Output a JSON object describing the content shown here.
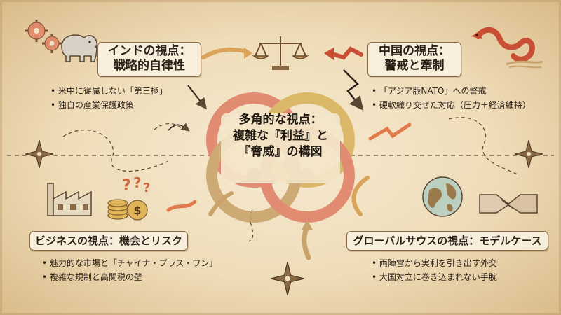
{
  "center": {
    "line1": "多角的な視点：",
    "line2": "複雑な『利益』と",
    "line3": "『脅威』の構図"
  },
  "india": {
    "title_line1": "インドの視点：",
    "title_line2": "戦略的自律性",
    "bullets": [
      "米中に従属しない「第三極」",
      "独自の産業保護政策"
    ]
  },
  "china": {
    "title_line1": "中国の視点：",
    "title_line2": "警戒と牽制",
    "bullets": [
      "「アジア版NATO」への警戒",
      "硬軟織り交ぜた対応（圧力＋経済維持）"
    ]
  },
  "business": {
    "title": "ビジネスの視点：機会とリスク",
    "bullets": [
      "魅力的な市場と「チャイナ・プラス・ワン」",
      "複雑な規制と高関税の壁"
    ]
  },
  "global_south": {
    "title": "グローバルサウスの視点：モデルケース",
    "bullets": [
      "両陣営から実利を引き出す外交",
      "大国対立に巻き込まれない手腕"
    ]
  },
  "icons": [
    "gears-icon",
    "elephant-icon",
    "scales-icon",
    "dragon-icon",
    "factory-icon",
    "coins-icon",
    "question-marks-icon",
    "globe-icon",
    "handshake-icon",
    "compass-rose-icon"
  ],
  "colors": {
    "parchment": "#f1e2c4",
    "ink": "#2b2118",
    "coral": "#e0826a",
    "tan": "#c9a36b",
    "gold": "#d9b45f"
  }
}
